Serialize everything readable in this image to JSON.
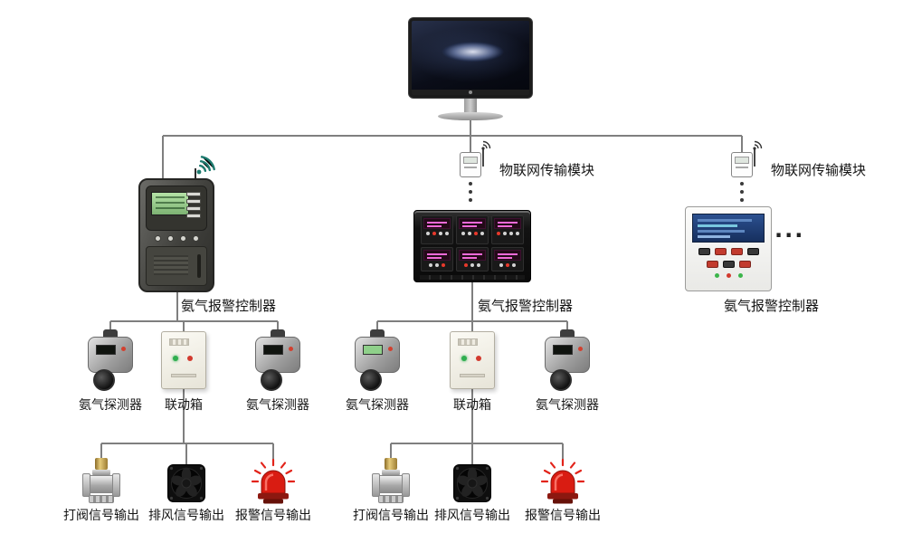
{
  "labels": {
    "iot_module": "物联网传输模块",
    "controller": "氨气报警控制器",
    "detector": "氨气探测器",
    "linkage_box": "联动箱",
    "valve_output": "打阀信号输出",
    "fan_output": "排风信号输出",
    "alarm_output": "报警信号输出",
    "more_horizontal": "..."
  },
  "colors": {
    "connector_line": "#7f7f7f",
    "alarm_red": "#e2231a",
    "wifi_teal": "#1c7a6e",
    "controller_screen_green": "#8fd08a",
    "controller_screen_blue": "#1c355f",
    "rack_display_magenta": "#f06ad8"
  },
  "icons": {
    "wifi_icon": "wifi-signal-arcs",
    "antenna_icon": "mast-with-signal-arcs",
    "fan_icon": "axial-exhaust-fan",
    "alarm_icon": "red-beacon-with-rays",
    "valve_icon": "solenoid-valve",
    "monitor_icon": "desktop-monitor-galaxy-wallpaper"
  }
}
